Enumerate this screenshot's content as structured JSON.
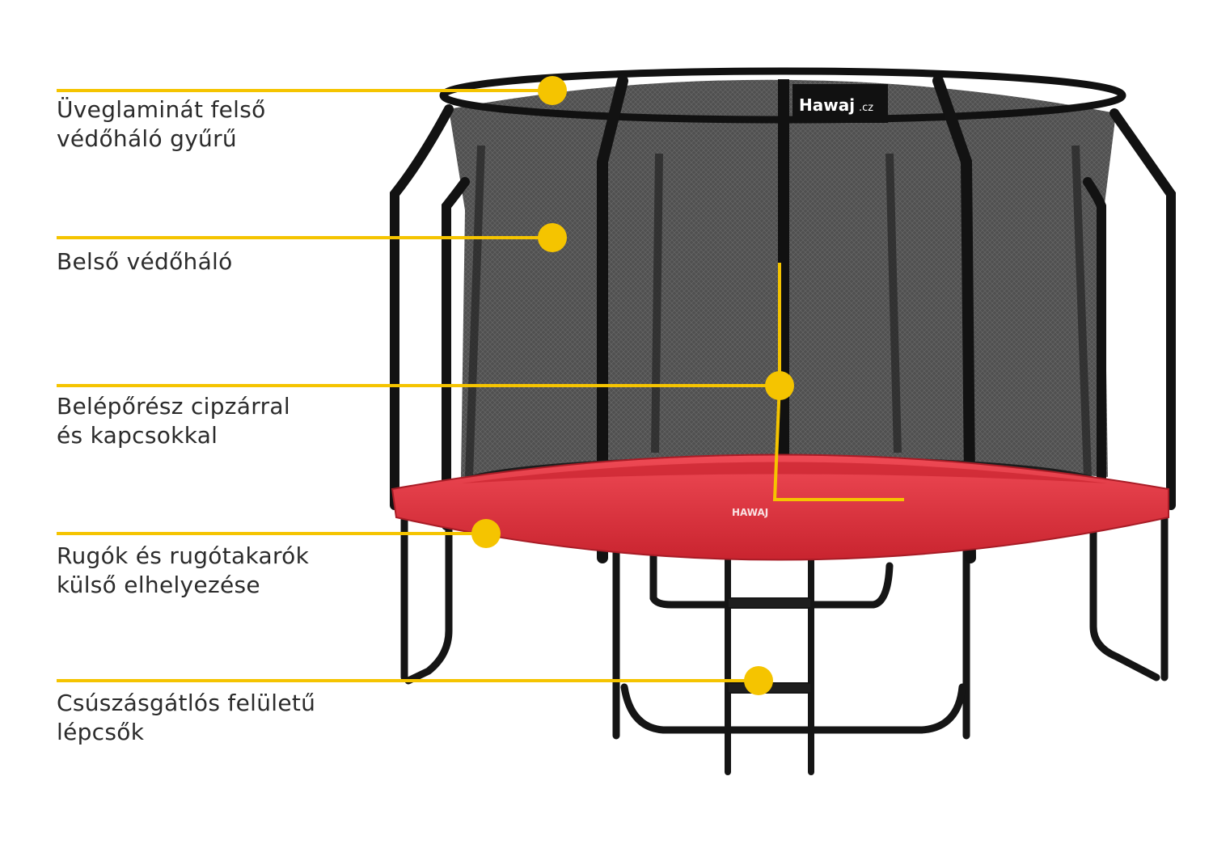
{
  "brand": {
    "logo_text": "Hawaj",
    "logo_suffix": ".cz",
    "pad_print": "HAWAJ"
  },
  "colors": {
    "accent": "#f5c400",
    "frame": "#151515",
    "pad": "#e0343f",
    "net": "#3a3a3a",
    "label_text": "#2b2b2b"
  },
  "callouts": [
    {
      "id": "top-ring",
      "lines": [
        "Üveglaminát felső",
        "védőháló gyűrű"
      ]
    },
    {
      "id": "inner-net",
      "lines": [
        "Belső védőháló"
      ]
    },
    {
      "id": "entry-zipper",
      "lines": [
        "Belépőrész cipzárral",
        "és kapcsokkal"
      ]
    },
    {
      "id": "springs-outside",
      "lines": [
        "Rugók és rugótakarók",
        "külső elhelyezése"
      ]
    },
    {
      "id": "non-slip-steps",
      "lines": [
        "Csúszásgátlós felületű",
        "lépcsők"
      ]
    }
  ]
}
